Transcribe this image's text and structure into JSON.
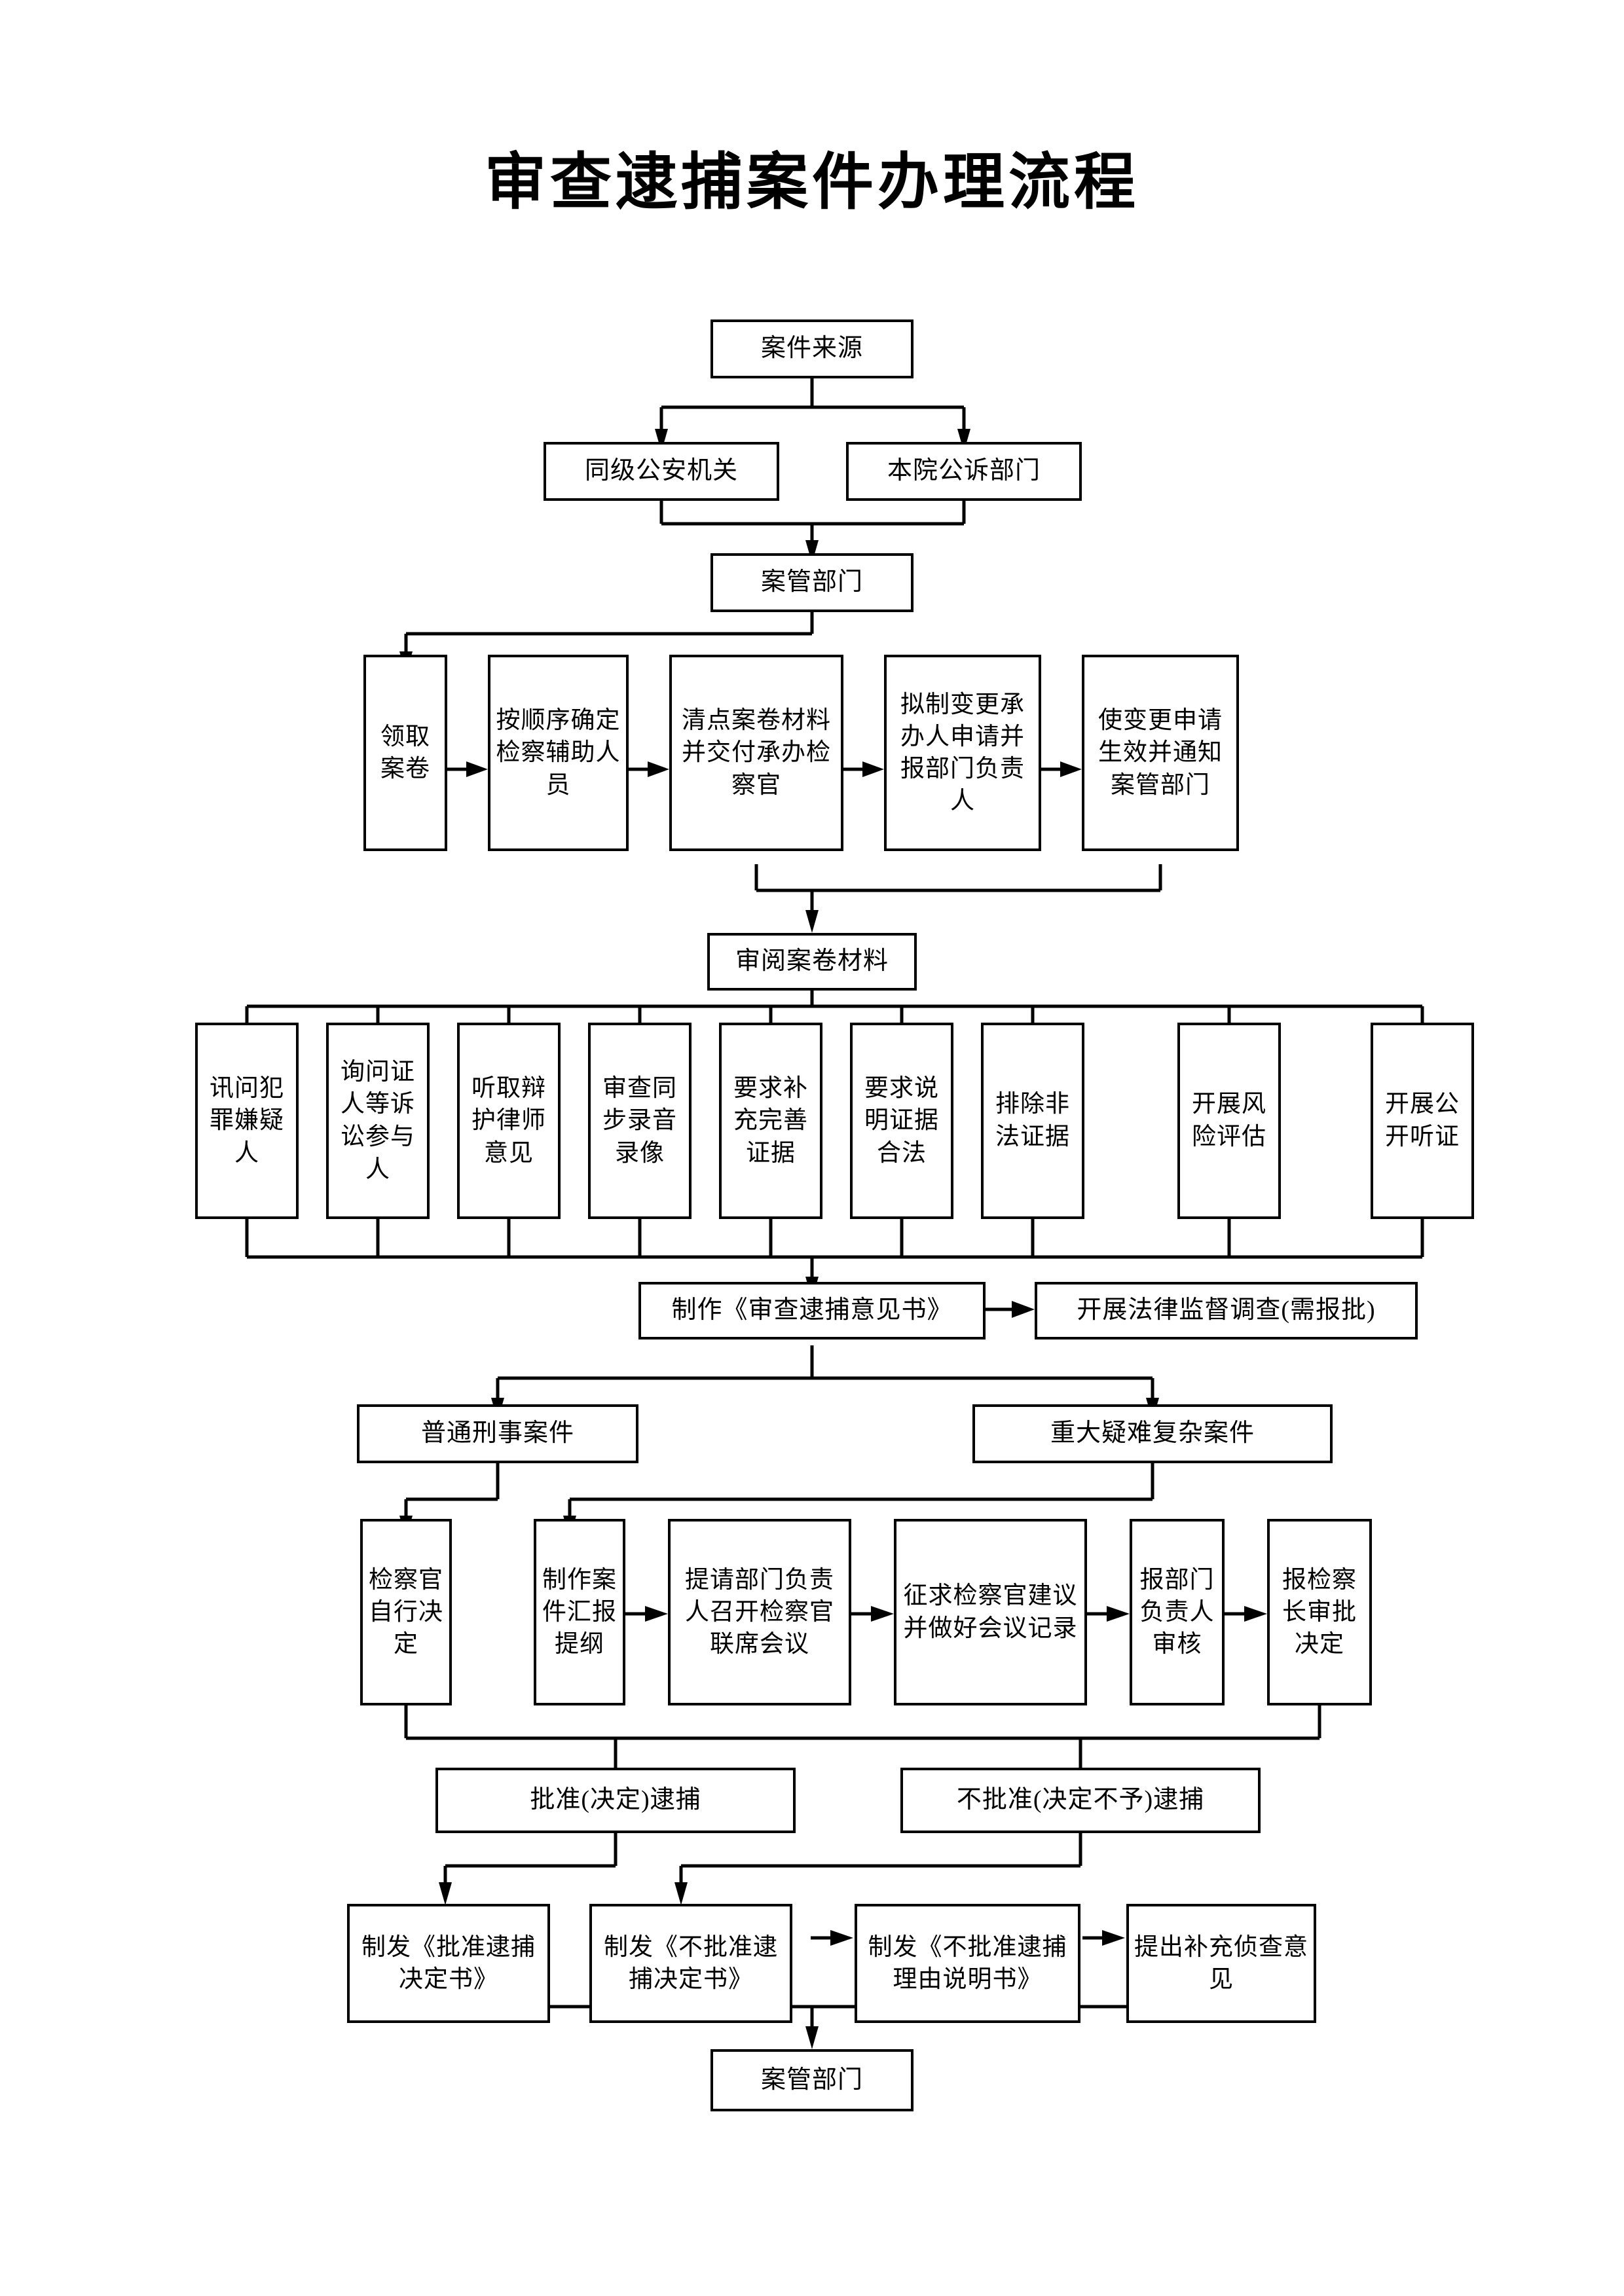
{
  "document": {
    "title": "审查逮捕案件办理流程"
  },
  "chart_data": {
    "type": "diagram",
    "title": "审查逮捕案件办理流程",
    "orientation": "top-to-bottom",
    "nodes": [
      {
        "id": "n1",
        "label": "案件来源"
      },
      {
        "id": "n2",
        "label": "同级公安机关"
      },
      {
        "id": "n3",
        "label": "本院公诉部门"
      },
      {
        "id": "n4",
        "label": "案管部门"
      },
      {
        "id": "n5",
        "label": "领取案卷"
      },
      {
        "id": "n6",
        "label": "按顺序确定检察辅助人员"
      },
      {
        "id": "n7",
        "label": "清点案卷材料并交付承办检察官"
      },
      {
        "id": "n8",
        "label": "拟制变更承办人申请并报部门负责人"
      },
      {
        "id": "n9",
        "label": "使变更申请生效并通知案管部门"
      },
      {
        "id": "n10",
        "label": "审阅案卷材料"
      },
      {
        "id": "n11",
        "label": "讯问犯罪嫌疑人"
      },
      {
        "id": "n12",
        "label": "询问证人等诉讼参与人"
      },
      {
        "id": "n13",
        "label": "听取辩护律师意见"
      },
      {
        "id": "n14",
        "label": "审查同步录音录像"
      },
      {
        "id": "n15",
        "label": "要求补充完善证据"
      },
      {
        "id": "n16",
        "label": "要求说明证据合法"
      },
      {
        "id": "n17",
        "label": "排除非法证据"
      },
      {
        "id": "n18",
        "label": "开展风险评估"
      },
      {
        "id": "n19",
        "label": "开展公开听证"
      },
      {
        "id": "n20",
        "label": "制作《审查逮捕意见书》"
      },
      {
        "id": "n21",
        "label": "开展法律监督调查(需报批)"
      },
      {
        "id": "n22",
        "label": "普通刑事案件"
      },
      {
        "id": "n23",
        "label": "重大疑难复杂案件"
      },
      {
        "id": "n24",
        "label": "检察官自行决定"
      },
      {
        "id": "n25",
        "label": "制作案件汇报提纲"
      },
      {
        "id": "n26",
        "label": "提请部门负责人召开检察官联席会议"
      },
      {
        "id": "n27",
        "label": "征求检察官建议并做好会议记录"
      },
      {
        "id": "n28",
        "label": "报部门负责人审核"
      },
      {
        "id": "n29",
        "label": "报检察长审批决定"
      },
      {
        "id": "n30",
        "label": "批准(决定)逮捕"
      },
      {
        "id": "n31",
        "label": "不批准(决定不予)逮捕"
      },
      {
        "id": "n32",
        "label": "制发《批准逮捕决定书》"
      },
      {
        "id": "n33",
        "label": "制发《不批准逮捕决定书》"
      },
      {
        "id": "n34",
        "label": "制发《不批准逮捕理由说明书》"
      },
      {
        "id": "n35",
        "label": "提出补充侦查意见"
      },
      {
        "id": "n36",
        "label": "案管部门"
      }
    ],
    "edges": [
      {
        "from": "n1",
        "to": "n2"
      },
      {
        "from": "n1",
        "to": "n3"
      },
      {
        "from": "n2",
        "to": "n4"
      },
      {
        "from": "n3",
        "to": "n4"
      },
      {
        "from": "n4",
        "to": "n5"
      },
      {
        "from": "n5",
        "to": "n6"
      },
      {
        "from": "n6",
        "to": "n7"
      },
      {
        "from": "n7",
        "to": "n8"
      },
      {
        "from": "n8",
        "to": "n9"
      },
      {
        "from": "n7",
        "to": "n10"
      },
      {
        "from": "n9",
        "to": "n10"
      },
      {
        "from": "n10",
        "to": "n11"
      },
      {
        "from": "n10",
        "to": "n12"
      },
      {
        "from": "n10",
        "to": "n13"
      },
      {
        "from": "n10",
        "to": "n14"
      },
      {
        "from": "n10",
        "to": "n15"
      },
      {
        "from": "n10",
        "to": "n16"
      },
      {
        "from": "n10",
        "to": "n17"
      },
      {
        "from": "n10",
        "to": "n18"
      },
      {
        "from": "n10",
        "to": "n19"
      },
      {
        "from": "n11",
        "to": "n20"
      },
      {
        "from": "n19",
        "to": "n20"
      },
      {
        "from": "n20",
        "to": "n21"
      },
      {
        "from": "n20",
        "to": "n22"
      },
      {
        "from": "n20",
        "to": "n23"
      },
      {
        "from": "n22",
        "to": "n24"
      },
      {
        "from": "n23",
        "to": "n25"
      },
      {
        "from": "n25",
        "to": "n26"
      },
      {
        "from": "n26",
        "to": "n27"
      },
      {
        "from": "n27",
        "to": "n28"
      },
      {
        "from": "n28",
        "to": "n29"
      },
      {
        "from": "n24",
        "to": "n30"
      },
      {
        "from": "n29",
        "to": "n30"
      },
      {
        "from": "n24",
        "to": "n31"
      },
      {
        "from": "n29",
        "to": "n31"
      },
      {
        "from": "n30",
        "to": "n32"
      },
      {
        "from": "n31",
        "to": "n33"
      },
      {
        "from": "n33",
        "to": "n34"
      },
      {
        "from": "n34",
        "to": "n35"
      },
      {
        "from": "n32",
        "to": "n36"
      },
      {
        "from": "n35",
        "to": "n36"
      }
    ]
  }
}
